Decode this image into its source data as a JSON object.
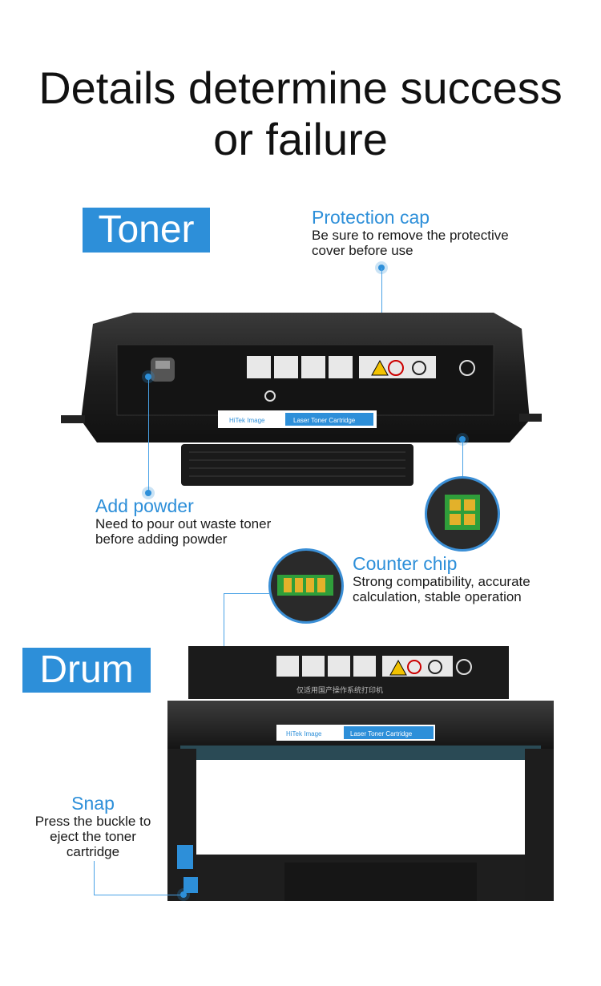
{
  "headline": {
    "line1": "Details determine success",
    "line2": "or failure"
  },
  "tags": {
    "toner": "Toner",
    "drum": "Drum"
  },
  "callouts": {
    "protection_cap": {
      "title": "Protection cap",
      "desc1": "Be sure to remove the protective",
      "desc2": "cover before use"
    },
    "add_powder": {
      "title": "Add powder",
      "desc1": "Need to pour out waste toner",
      "desc2": "before adding powder"
    },
    "counter_chip": {
      "title": "Counter chip",
      "desc1": "Strong compatibility, accurate",
      "desc2": "calculation, stable operation"
    },
    "snap": {
      "title": "Snap",
      "desc1": "Press the buckle to",
      "desc2": "eject the toner",
      "desc3": "cartridge"
    }
  },
  "product_labels": {
    "toner_brand": "HiTek Image",
    "toner_label": "Laser Toner Cartridge",
    "drum_brand": "HiTek Image",
    "drum_label": "Laser Toner Cartridge",
    "drum_chinese": "仅适用国产操作系统打印机"
  },
  "colors": {
    "accent": "#2d8fd9",
    "cartridge": "#1c1c1c",
    "chip": "#2f9e3a",
    "contact": "#e3b12a"
  }
}
